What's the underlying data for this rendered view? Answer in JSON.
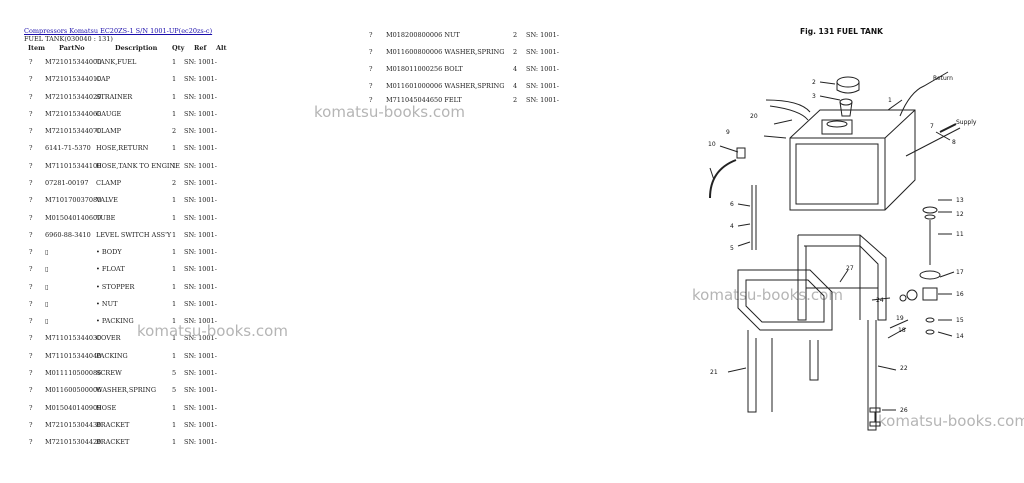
{
  "breadcrumb": {
    "text": "Compressors Komatsu EC20ZS-1 S/N 1001-UP(ec20zs-c)"
  },
  "section_title": "FUEL TANK(030040 : 131)",
  "columns": {
    "item": "Item",
    "partno": "PartNo",
    "description": "Description",
    "qty": "Qty",
    "ref": "Ref",
    "alt": "Alt"
  },
  "left_rows": [
    {
      "item": "?",
      "partno": "M721015344000",
      "description": "TANK,FUEL",
      "qty": "1",
      "sn": "SN: 1001-"
    },
    {
      "item": "?",
      "partno": "M721015344010",
      "description": "CAP",
      "qty": "1",
      "sn": "SN: 1001-"
    },
    {
      "item": "?",
      "partno": "M721015344020",
      "description": "STRAINER",
      "qty": "1",
      "sn": "SN: 1001-"
    },
    {
      "item": "?",
      "partno": "M721015344060",
      "description": "GAUGE",
      "qty": "1",
      "sn": "SN: 1001-"
    },
    {
      "item": "?",
      "partno": "M721015344070",
      "description": "CLAMP",
      "qty": "2",
      "sn": "SN: 1001-"
    },
    {
      "item": "?",
      "partno": "6141-71-5370",
      "description": "HOSE,RETURN",
      "qty": "1",
      "sn": "SN: 1001-"
    },
    {
      "item": "?",
      "partno": "M711015344100",
      "description": "HOSE,TANK TO ENGINE",
      "qty": "1",
      "sn": "SN: 1001-"
    },
    {
      "item": "?",
      "partno": "07281-00197",
      "description": "CLAMP",
      "qty": "2",
      "sn": "SN: 1001-"
    },
    {
      "item": "?",
      "partno": "M710170037080",
      "description": "VALVE",
      "qty": "1",
      "sn": "SN: 1001-"
    },
    {
      "item": "?",
      "partno": "M015040140609",
      "description": "TUBE",
      "qty": "1",
      "sn": "SN: 1001-"
    },
    {
      "item": "?",
      "partno": "6960-88-3410",
      "description": "LEVEL SWITCH ASS'Y",
      "qty": "1",
      "sn": "SN: 1001-"
    },
    {
      "item": "?",
      "partno": "▯",
      "description": "• BODY",
      "qty": "1",
      "sn": "SN: 1001-"
    },
    {
      "item": "?",
      "partno": "▯",
      "description": "• FLOAT",
      "qty": "1",
      "sn": "SN: 1001-"
    },
    {
      "item": "?",
      "partno": "▯",
      "description": "• STOPPER",
      "qty": "1",
      "sn": "SN: 1001-"
    },
    {
      "item": "?",
      "partno": "▯",
      "description": "• NUT",
      "qty": "1",
      "sn": "SN: 1001-"
    },
    {
      "item": "?",
      "partno": "▯",
      "description": "• PACKING",
      "qty": "1",
      "sn": "SN: 1001-"
    },
    {
      "item": "?",
      "partno": "M711015344030",
      "description": "COVER",
      "qty": "1",
      "sn": "SN: 1001-"
    },
    {
      "item": "?",
      "partno": "M711015344040",
      "description": "PACKING",
      "qty": "1",
      "sn": "SN: 1001-"
    },
    {
      "item": "?",
      "partno": "M011110500086",
      "description": "SCREW",
      "qty": "5",
      "sn": "SN: 1001-"
    },
    {
      "item": "?",
      "partno": "M011600500006",
      "description": "WASHER,SPRING",
      "qty": "5",
      "sn": "SN: 1001-"
    },
    {
      "item": "?",
      "partno": "M015040140909",
      "description": "HOSE",
      "qty": "1",
      "sn": "SN: 1001-"
    },
    {
      "item": "?",
      "partno": "M721015304430",
      "description": "BRACKET",
      "qty": "1",
      "sn": "SN: 1001-"
    },
    {
      "item": "?",
      "partno": "M721015304420",
      "description": "BRACKET",
      "qty": "1",
      "sn": "SN: 1001-"
    }
  ],
  "right_rows": [
    {
      "item": "?",
      "partdesc": "M018200800006 NUT",
      "qty": "2",
      "sn": "SN: 1001-"
    },
    {
      "item": "?",
      "partdesc": "M011600800006 WASHER,SPRING",
      "qty": "2",
      "sn": "SN: 1001-"
    },
    {
      "item": "?",
      "partdesc": "M018011000256 BOLT",
      "qty": "4",
      "sn": "SN: 1001-"
    },
    {
      "item": "?",
      "partdesc": "M011601000006 WASHER,SPRING",
      "qty": "4",
      "sn": "SN: 1001-"
    },
    {
      "item": "?",
      "partdesc": "M711045044650 FELT",
      "qty": "2",
      "sn": "SN: 1001-"
    }
  ],
  "watermarks": {
    "w1": "komatsu-books.com",
    "w2": "komatsu-books.com",
    "w3": "komatsu-books.com",
    "w4": "komatsu-books.com"
  },
  "figure": {
    "title": "Fig. 131   FUEL TANK",
    "label_return": "Return",
    "label_supply": "Supply",
    "callouts": [
      "1",
      "2",
      "3",
      "4",
      "5",
      "6",
      "7",
      "8",
      "9",
      "10",
      "11",
      "12",
      "13",
      "14",
      "15",
      "16",
      "17",
      "18",
      "19",
      "20",
      "21",
      "22",
      "24",
      "26",
      "27"
    ]
  }
}
